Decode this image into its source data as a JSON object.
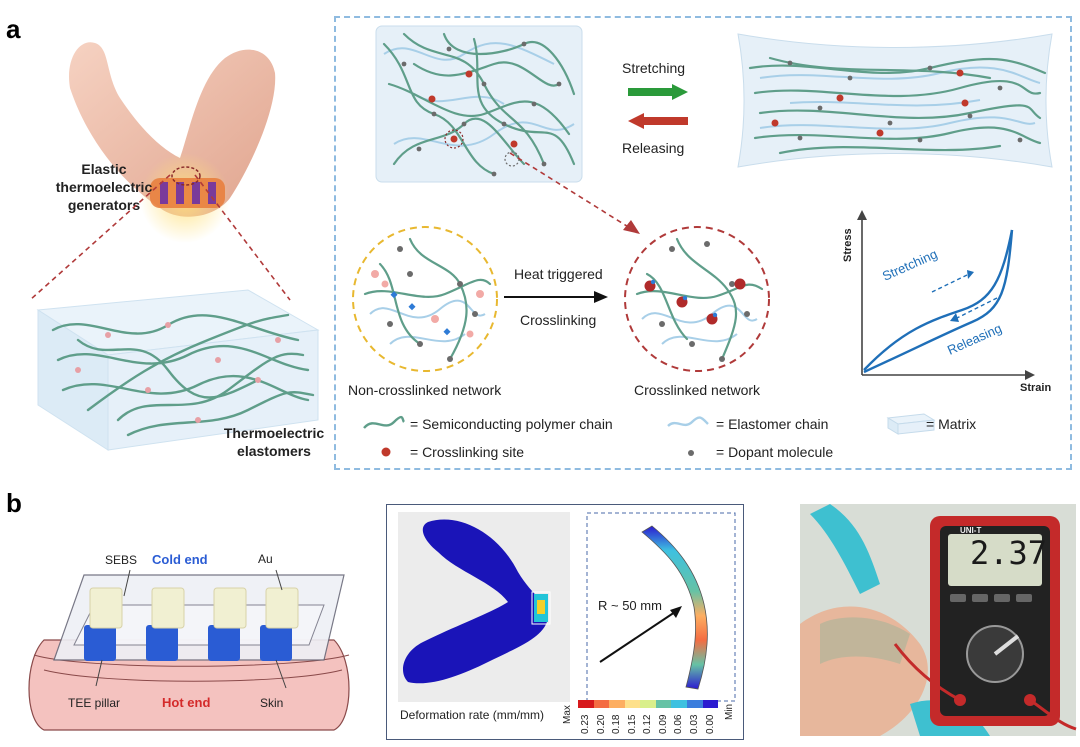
{
  "panel_a": {
    "letter": "a",
    "elbow_label_lines": [
      "Elastic",
      "thermoelectric",
      "generators"
    ],
    "block_label_lines": [
      "Thermoelectric",
      "elastomers"
    ],
    "stretching": "Stretching",
    "releasing": "Releasing",
    "heat_line1": "Heat triggered",
    "heat_line2": "Crosslinking",
    "noncross": "Non-crosslinked network",
    "cross": "Crosslinked network",
    "graph": {
      "ylabel": "Stress",
      "xlabel": "Strain",
      "stretching": "Stretching",
      "releasing": "Releasing"
    },
    "legend": {
      "polymer": "= Semiconducting polymer chain",
      "elastomer": "= Elastomer chain",
      "matrix": "= Matrix",
      "crosslink": "= Crosslinking site",
      "dopant": "= Dopant molecule"
    }
  },
  "panel_b": {
    "letter": "b",
    "device": {
      "sebs": "SEBS",
      "cold_end": "Cold end",
      "au": "Au",
      "tee_pillar": "TEE pillar",
      "hot_end": "Hot end",
      "skin": "Skin"
    },
    "fea": {
      "radius": "R ~ 50 mm",
      "caption": "Deformation rate (mm/mm)",
      "max": "Max",
      "min": "Min",
      "ticks": [
        "0.23",
        "0.20",
        "0.18",
        "0.15",
        "0.12",
        "0.09",
        "0.06",
        "0.03",
        "0.00"
      ],
      "colors": [
        "#d7191c",
        "#f46d43",
        "#fdae61",
        "#fee08b",
        "#d9ef8b",
        "#66c2a5",
        "#3ec1e0",
        "#3b7ddd",
        "#2b1bd0"
      ]
    },
    "photo": {
      "display": "2.37",
      "brand": "UNI-T"
    }
  },
  "colors": {
    "polymer": "#5f9e8a",
    "elastomer": "#a8cfe8",
    "crosslink": "#c0392b",
    "dopant": "#6b6b6b",
    "dash_blue": "#8fbbe0",
    "dash_red": "#b03a3a",
    "dash_yellow": "#e8b830",
    "cold_blue": "#2a5cd4",
    "hot_red": "#d42a2a"
  }
}
